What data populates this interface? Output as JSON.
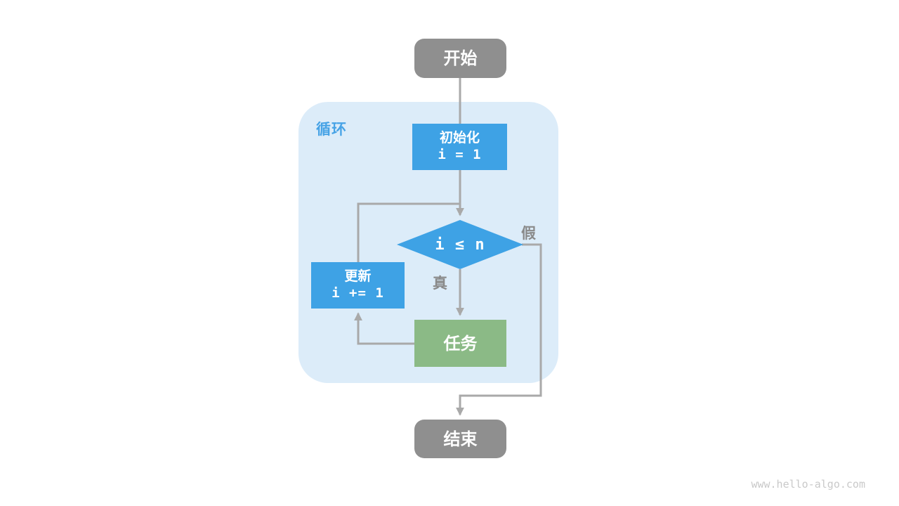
{
  "diagram": {
    "type": "flowchart",
    "loop_region_label": "循环",
    "nodes": {
      "start": {
        "label": "开始"
      },
      "init": {
        "title": "初始化",
        "code": "i = 1"
      },
      "decision": {
        "code": "i ≤ n"
      },
      "task": {
        "label": "任务"
      },
      "update": {
        "title": "更新",
        "code": "i += 1"
      },
      "end": {
        "label": "结束"
      }
    },
    "edges": {
      "true_label": "真",
      "false_label": "假"
    },
    "colors": {
      "terminal_gray": "#8f8f8f",
      "process_blue": "#3ea2e5",
      "task_green": "#8bba86",
      "loop_region_bg": "#dcecf9",
      "connector_gray": "#a9a9a9",
      "branch_label_gray": "#8a8a8a",
      "loop_label_blue": "#47a3e6"
    }
  },
  "footer": {
    "watermark": "www.hello-algo.com"
  }
}
